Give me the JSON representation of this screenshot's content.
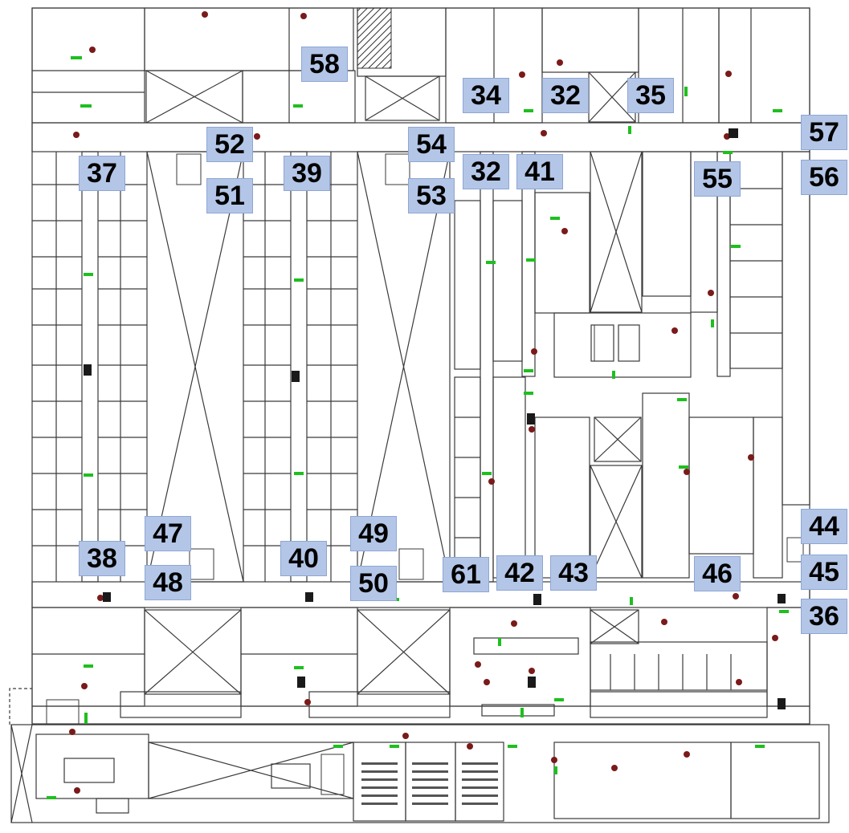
{
  "floor_plan": {
    "colors": {
      "label_background": "#b4c6e7",
      "label_text": "#000000",
      "wall_line": "#3a3a3a",
      "door_marker": "#1fbf1f",
      "fixture_marker": "#7a1a1a",
      "equipment_marker": "#1a1a1a"
    },
    "labels": [
      {
        "id": "58",
        "text": "58"
      },
      {
        "id": "34",
        "text": "34"
      },
      {
        "id": "32a",
        "text": "32"
      },
      {
        "id": "35",
        "text": "35"
      },
      {
        "id": "57",
        "text": "57"
      },
      {
        "id": "52",
        "text": "52"
      },
      {
        "id": "54",
        "text": "54"
      },
      {
        "id": "37",
        "text": "37"
      },
      {
        "id": "39",
        "text": "39"
      },
      {
        "id": "32b",
        "text": "32"
      },
      {
        "id": "41",
        "text": "41"
      },
      {
        "id": "55",
        "text": "55"
      },
      {
        "id": "56",
        "text": "56"
      },
      {
        "id": "51",
        "text": "51"
      },
      {
        "id": "53",
        "text": "53"
      },
      {
        "id": "47",
        "text": "47"
      },
      {
        "id": "49",
        "text": "49"
      },
      {
        "id": "44",
        "text": "44"
      },
      {
        "id": "38",
        "text": "38"
      },
      {
        "id": "40",
        "text": "40"
      },
      {
        "id": "48",
        "text": "48"
      },
      {
        "id": "50",
        "text": "50"
      },
      {
        "id": "61",
        "text": "61"
      },
      {
        "id": "42",
        "text": "42"
      },
      {
        "id": "43",
        "text": "43"
      },
      {
        "id": "46",
        "text": "46"
      },
      {
        "id": "45",
        "text": "45"
      },
      {
        "id": "36",
        "text": "36"
      }
    ]
  }
}
